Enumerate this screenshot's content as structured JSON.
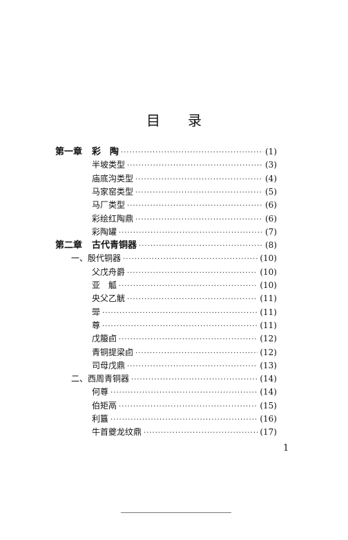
{
  "title": {
    "char1": "目",
    "char2": "录"
  },
  "entries": [
    {
      "num": "第一章",
      "text": "彩　陶",
      "page": "(1)",
      "level": "chapter"
    },
    {
      "text": "半坡类型",
      "page": "(3)",
      "level": "item"
    },
    {
      "text": "庙底沟类型",
      "page": "(4)",
      "level": "item"
    },
    {
      "text": "马家窑类型",
      "page": "(5)",
      "level": "item"
    },
    {
      "text": "马厂类型",
      "page": "(6)",
      "level": "item"
    },
    {
      "text": "彩绘红陶鼎",
      "page": "(6)",
      "level": "item"
    },
    {
      "text": "彩陶罐",
      "page": "(7)",
      "level": "item"
    },
    {
      "num": "第二章",
      "text": "古代青铜器",
      "page": "(8)",
      "level": "chapter"
    },
    {
      "text": "一、殷代铜器",
      "page": "(10)",
      "level": "section"
    },
    {
      "text": "父戊舟爵",
      "page": "(10)",
      "level": "item"
    },
    {
      "text": "亚　觚",
      "page": "(10)",
      "level": "item"
    },
    {
      "text": "央父乙觥",
      "page": "(11)",
      "level": "item"
    },
    {
      "text": "斝",
      "page": "(11)",
      "level": "item"
    },
    {
      "text": "尊",
      "page": "(11)",
      "level": "item"
    },
    {
      "text": "戊箙卣",
      "page": "(12)",
      "level": "item"
    },
    {
      "text": "青铜提梁卣",
      "page": "(12)",
      "level": "item"
    },
    {
      "text": "司母戊鼎",
      "page": "(13)",
      "level": "item"
    },
    {
      "text": "二、西周青铜器",
      "page": "(14)",
      "level": "section"
    },
    {
      "text": "何尊",
      "page": "(14)",
      "level": "item"
    },
    {
      "text": "伯矩鬲",
      "page": "(15)",
      "level": "item"
    },
    {
      "text": "利簋",
      "page": "(16)",
      "level": "item"
    },
    {
      "text": "牛首夔龙纹鼎",
      "page": "(17)",
      "level": "item"
    }
  ],
  "page_number": "1"
}
